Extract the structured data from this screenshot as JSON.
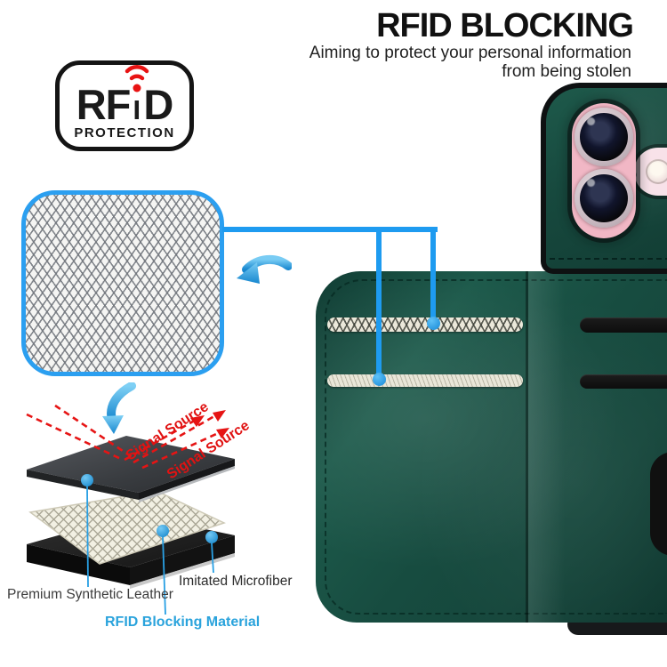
{
  "header": {
    "title": "RFID BLOCKING",
    "subtitle_line1": "Aiming to protect your personal information",
    "subtitle_line2": "from being stolen"
  },
  "badge": {
    "text_rf": "RF",
    "text_i": "I",
    "text_d": "D",
    "subtitle": "PROTECTION"
  },
  "materials_diagram": {
    "signal_source_label_1": "Signal Source",
    "signal_source_label_2": "Signal Source",
    "layer_labels": {
      "synthetic_leather": "Premium Synthetic Leather",
      "imitated_microfiber": "Imitated Microfiber",
      "rfid_blocking": "RFID Blocking Material"
    }
  },
  "colors": {
    "accent_blue": "#1e9bf0",
    "label_blue": "#2aa3dc",
    "signal_red": "#e01212",
    "badge_red": "#e81313",
    "case_green": "#17493e",
    "phone_pink": "#f1b7c5",
    "rfid_strip_cream": "#ebe8da"
  }
}
